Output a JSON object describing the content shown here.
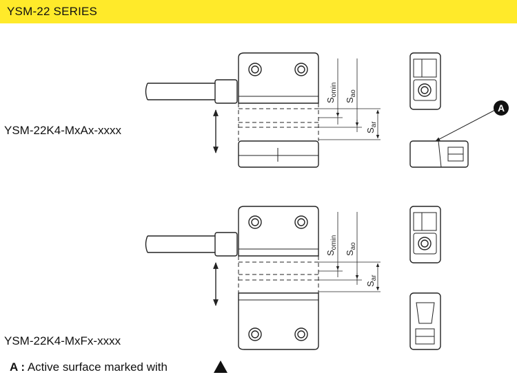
{
  "header": {
    "title": "YSM-22 SERIES",
    "bg_color": "#ffea2a"
  },
  "models": [
    {
      "label": "YSM-22K4-MxAx-xxxx"
    },
    {
      "label": "YSM-22K4-MxFx-xxxx"
    }
  ],
  "dimensions": {
    "s_main": "S",
    "s_omin_sub": "omin",
    "s_ao_sub": "ao",
    "s_ar_sub": "ar"
  },
  "callout": {
    "marker": "A"
  },
  "legend": {
    "marker": "A :",
    "text": "Active surface marked with",
    "icon": "filled-triangle-icon"
  }
}
